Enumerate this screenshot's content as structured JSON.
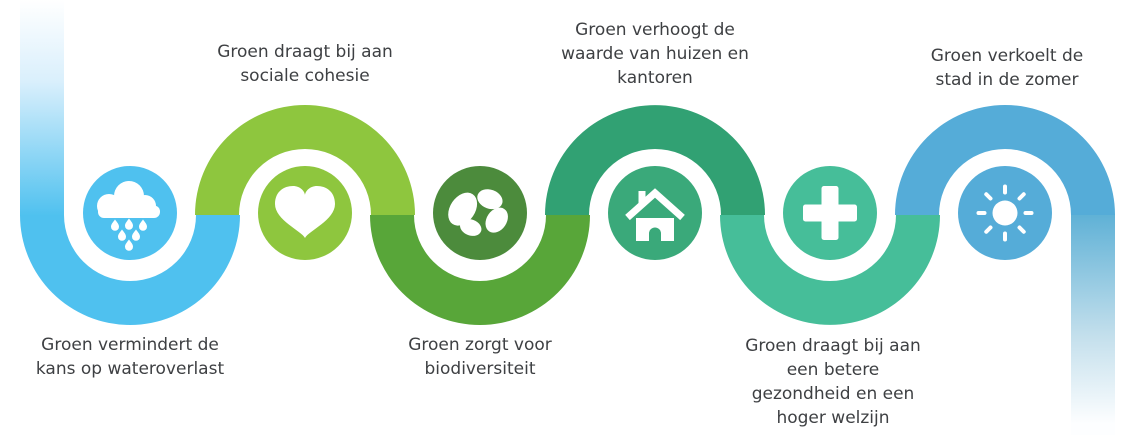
{
  "background": "#ffffff",
  "text_color": "#3e4043",
  "ribbon": {
    "entry_stops": [
      "#ffffff",
      "#d9effc",
      "#4fc1ef"
    ],
    "exit_stops": [
      "#5fb1d6",
      "#c3dfec",
      "#fdfeff"
    ]
  },
  "nodes": [
    {
      "icon": "rain-cloud",
      "circle_color": "#4fc1ef",
      "turn_color": "#4fc1ef",
      "turn": "valley",
      "label_position": "below",
      "label_lines": [
        "Groen vermindert de",
        "kans op wateroverlast"
      ]
    },
    {
      "icon": "heart",
      "circle_color": "#8ec63e",
      "turn_color": "#8ec63e",
      "turn": "arch",
      "label_position": "above",
      "label_lines": [
        "Groen draagt bij aan",
        "sociale cohesie"
      ]
    },
    {
      "icon": "butterfly",
      "circle_color": "#4c8b3c",
      "turn_color": "#58a639",
      "turn": "valley",
      "label_position": "below",
      "label_lines": [
        "Groen zorgt voor",
        "biodiversiteit"
      ]
    },
    {
      "icon": "house",
      "circle_color": "#3aa97a",
      "turn_color": "#31a173",
      "turn": "arch",
      "label_position": "above",
      "label_lines": [
        "Groen verhoogt de",
        "waarde van huizen en",
        "kantoren"
      ]
    },
    {
      "icon": "medical-cross",
      "circle_color": "#46be99",
      "turn_color": "#46be99",
      "turn": "valley",
      "label_position": "below",
      "label_lines": [
        "Groen draagt bij aan",
        "een betere",
        "gezondheid en een",
        "hoger welzijn"
      ]
    },
    {
      "icon": "sun",
      "circle_color": "#55acd8",
      "turn_color": "#55acd8",
      "turn": "arch",
      "label_position": "above",
      "label_lines": [
        "Groen verkoelt de",
        "stad in de zomer"
      ]
    }
  ]
}
